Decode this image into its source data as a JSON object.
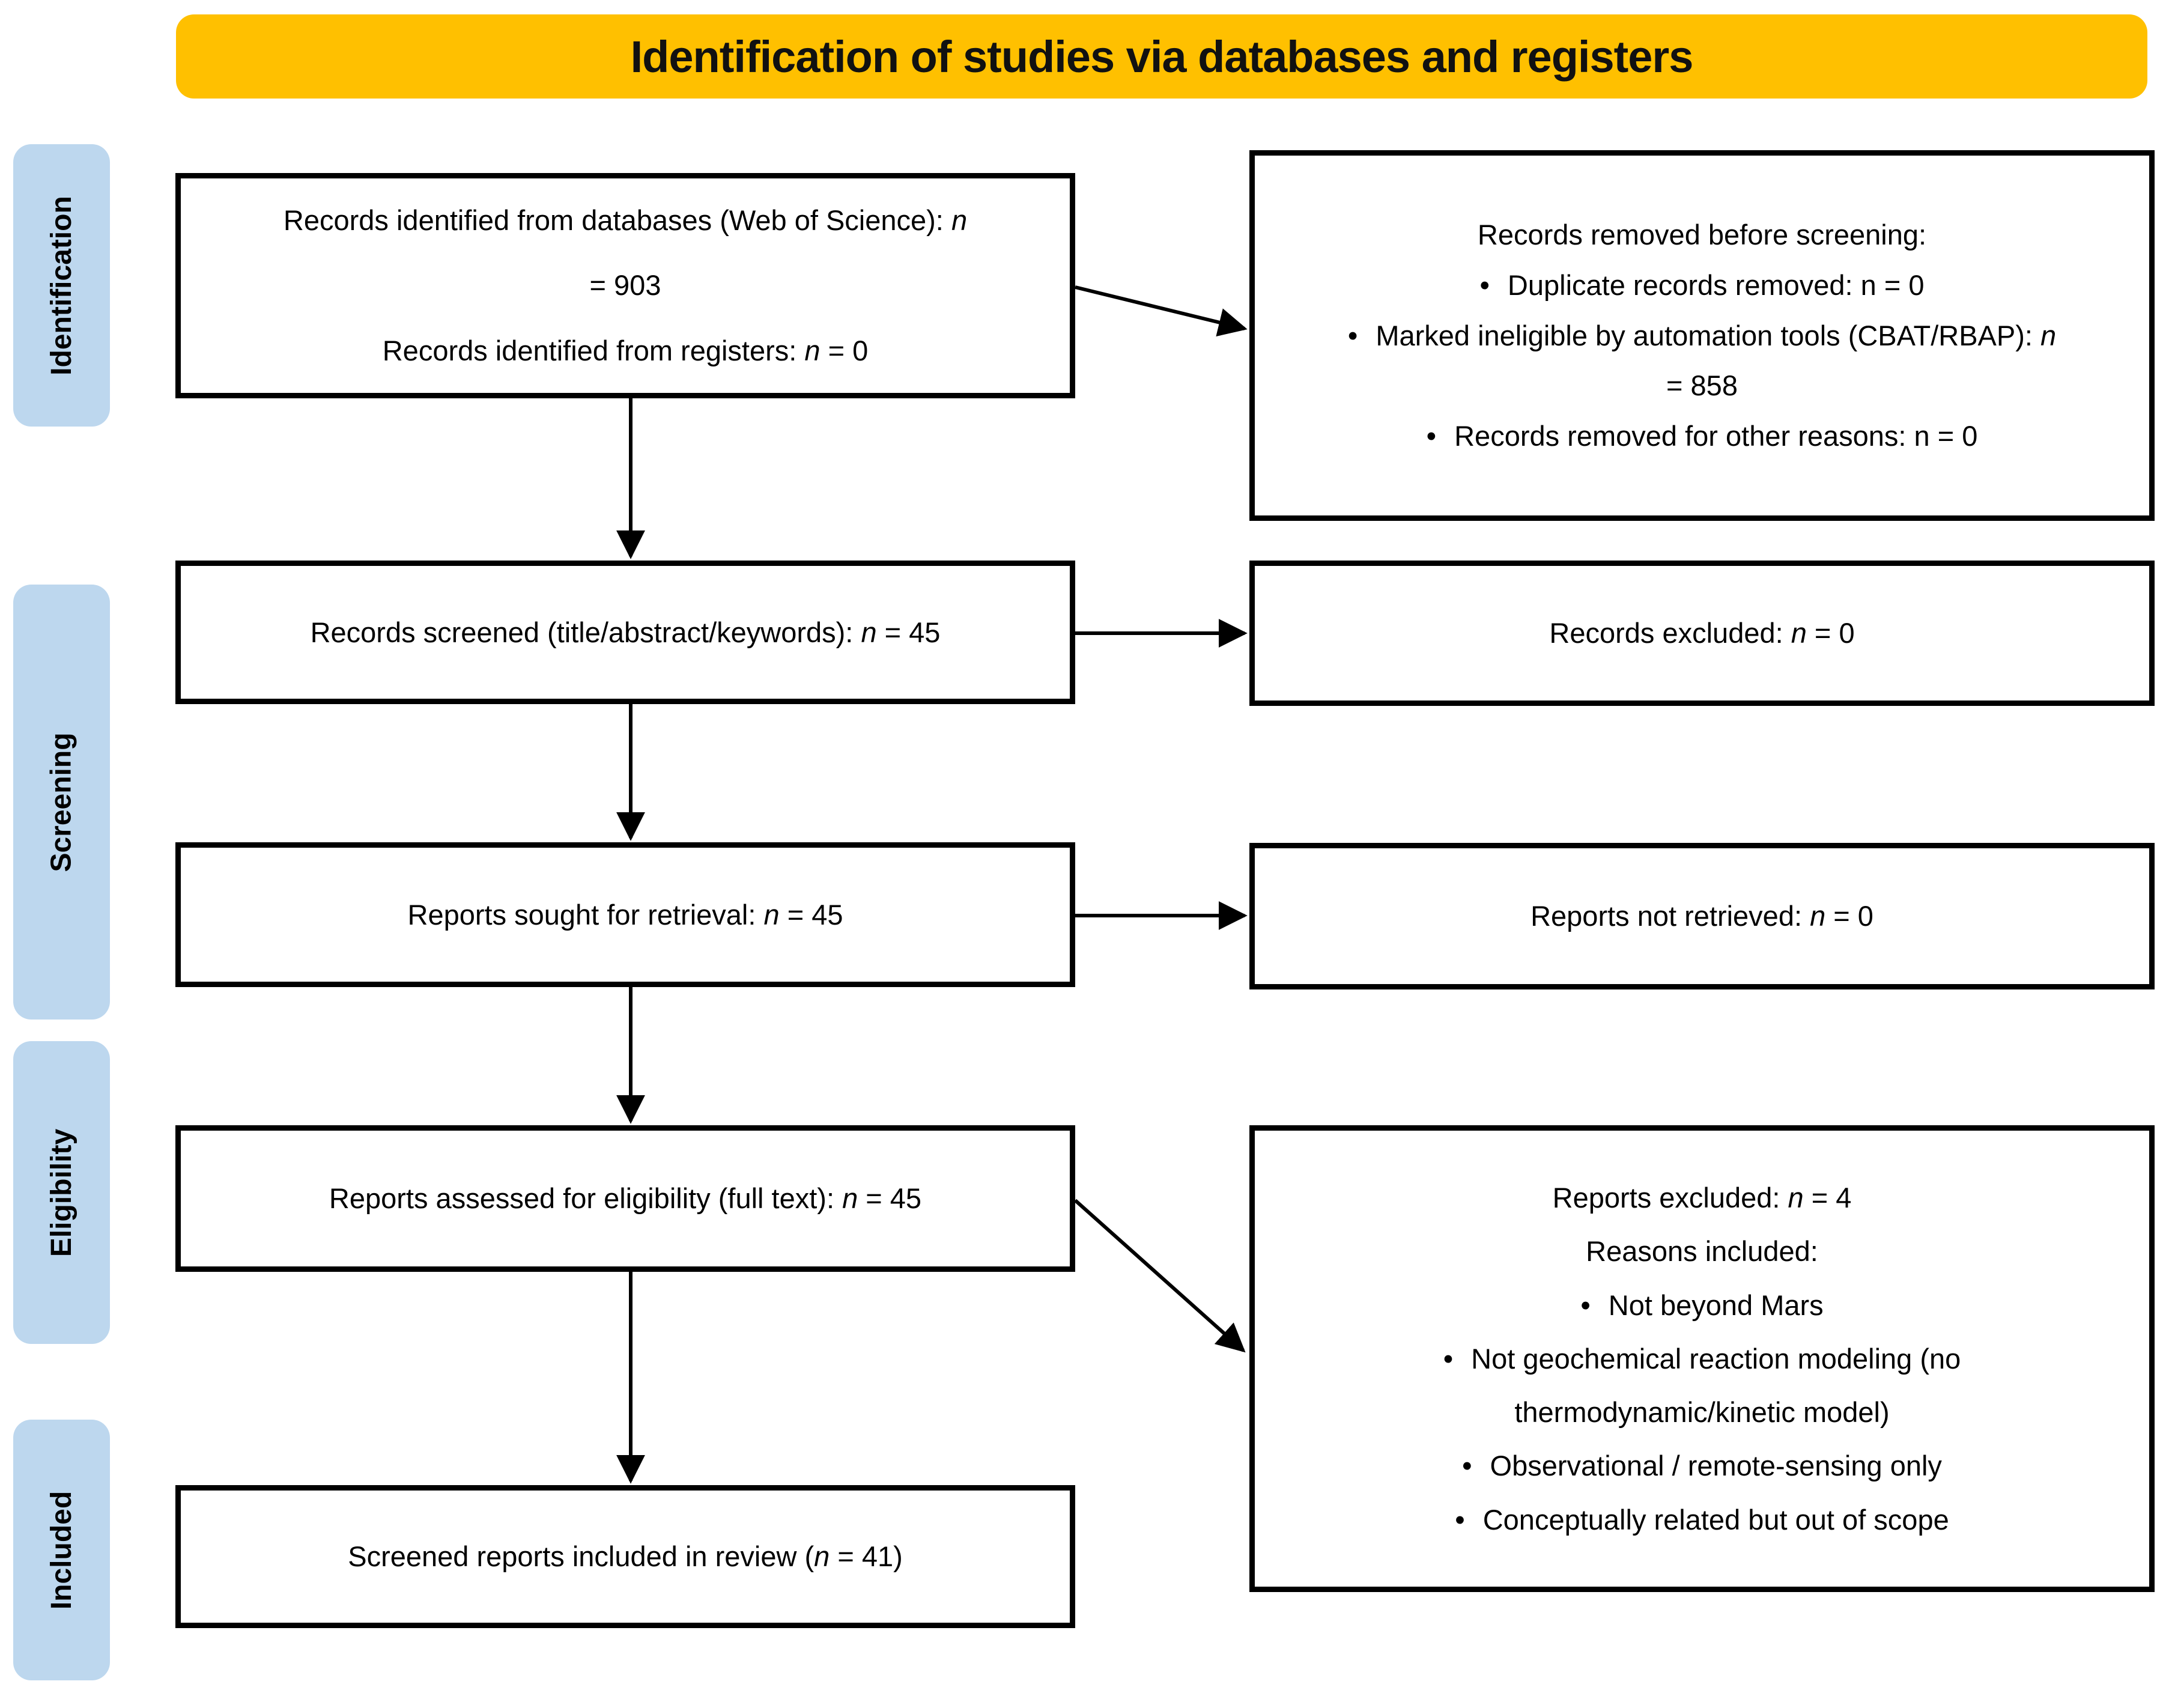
{
  "colors": {
    "background": "#ffffff",
    "banner_bg": "#FFC000",
    "banner_text": "#111111",
    "stage_bg": "#BDD7EE",
    "stage_text": "#000000",
    "box_bg": "#ffffff",
    "box_border": "#000000",
    "arrow": "#000000",
    "text": "#000000"
  },
  "title": "Identification of studies via databases and registers",
  "stages": {
    "identification": "Identification",
    "screening": "Screening",
    "eligibility": "Eligibility",
    "included": "Included"
  },
  "bullet_char": "•",
  "boxes": {
    "identified": {
      "para1": [
        "Records identified from databases (Web of Science): ",
        {
          "t": "n",
          "i": true
        },
        " = 903"
      ],
      "para2": [
        "Records identified from registers: ",
        {
          "t": "n",
          "i": true
        },
        " = 0"
      ]
    },
    "removed_before_screening": {
      "heading": [
        "Records removed before screening:"
      ],
      "bullet1": [
        "Duplicate records removed: n = 0"
      ],
      "bullet2": [
        "Marked ineligible by automation tools (CBAT/RBAP): ",
        {
          "t": "n",
          "i": true
        },
        " = 858"
      ],
      "bullet3": [
        "Records removed for other reasons: n = 0"
      ]
    },
    "screened": {
      "line": [
        "Records screened (title/abstract/keywords): ",
        {
          "t": "n",
          "i": true
        },
        " = 45"
      ]
    },
    "records_excluded": {
      "line": [
        "Records excluded: ",
        {
          "t": "n",
          "i": true
        },
        " = 0"
      ]
    },
    "sought": {
      "line": [
        "Reports sought for retrieval: ",
        {
          "t": "n",
          "i": true
        },
        " = 45"
      ]
    },
    "not_retrieved": {
      "line": [
        "Reports not retrieved: ",
        {
          "t": "n",
          "i": true
        },
        " = 0"
      ]
    },
    "assessed": {
      "line": [
        "Reports assessed for eligibility (full text): ",
        {
          "t": "n",
          "i": true
        },
        " = 45"
      ]
    },
    "reports_excluded": {
      "line1": [
        "Reports excluded: ",
        {
          "t": "n",
          "i": true
        },
        " = 4"
      ],
      "line2": [
        "Reasons included:"
      ],
      "bullet1": [
        "Not beyond Mars"
      ],
      "bullet2": [
        "Not geochemical reaction modeling (no thermodynamic/kinetic model)"
      ],
      "bullet3": [
        "Observational / remote-sensing only"
      ],
      "bullet4": [
        "Conceptually related but out of scope"
      ]
    },
    "included_in_review": {
      "line": [
        "Screened reports included in review (",
        {
          "t": "n",
          "i": true
        },
        " = 41)"
      ]
    }
  }
}
